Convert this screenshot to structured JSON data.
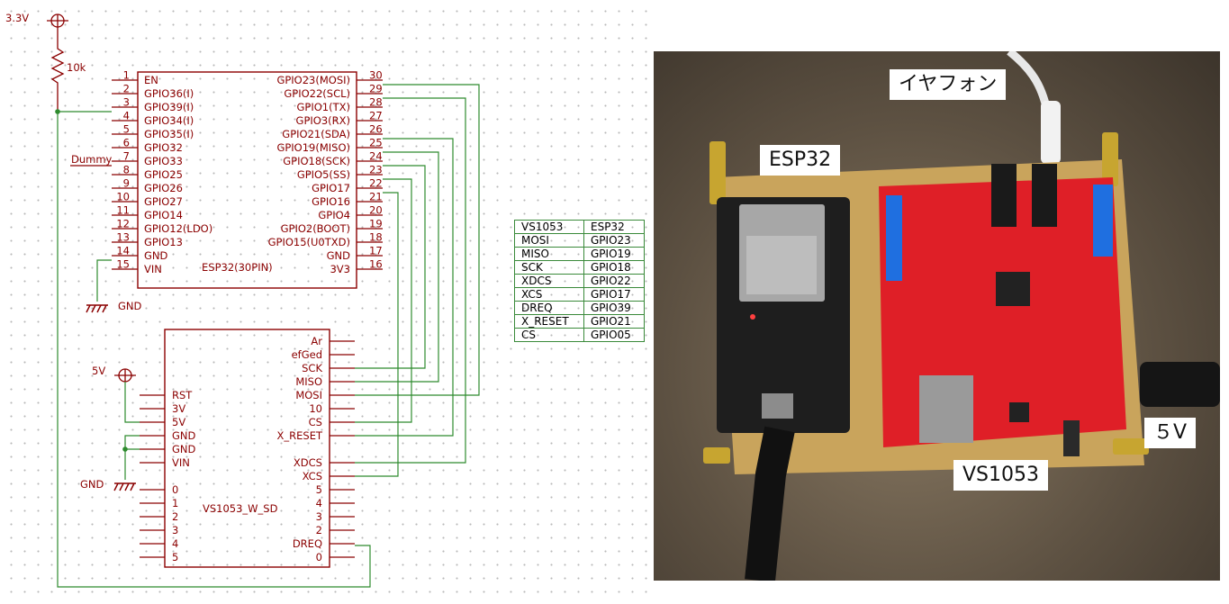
{
  "schematic": {
    "power_3v3": "3.3V",
    "resistor": "10k",
    "power_5v": "5V",
    "gnd_labels": [
      "GND",
      "GND"
    ],
    "dummy": "Dummy",
    "esp32": {
      "name": "ESP32(30PIN)",
      "left_pins": [
        {
          "num": "1",
          "name": "EN"
        },
        {
          "num": "2",
          "name": "GPIO36(I)"
        },
        {
          "num": "3",
          "name": "GPIO39(I)"
        },
        {
          "num": "4",
          "name": "GPIO34(I)"
        },
        {
          "num": "5",
          "name": "GPIO35(I)"
        },
        {
          "num": "6",
          "name": "GPIO32"
        },
        {
          "num": "7",
          "name": "GPIO33"
        },
        {
          "num": "8",
          "name": "GPIO25"
        },
        {
          "num": "9",
          "name": "GPIO26"
        },
        {
          "num": "10",
          "name": "GPIO27"
        },
        {
          "num": "11",
          "name": "GPIO14"
        },
        {
          "num": "12",
          "name": "GPIO12(LDO)"
        },
        {
          "num": "13",
          "name": "GPIO13"
        },
        {
          "num": "14",
          "name": "GND"
        },
        {
          "num": "15",
          "name": "VIN"
        }
      ],
      "right_pins": [
        {
          "num": "30",
          "name": "GPIO23(MOSI)"
        },
        {
          "num": "29",
          "name": "GPIO22(SCL)"
        },
        {
          "num": "28",
          "name": "GPIO1(TX)"
        },
        {
          "num": "27",
          "name": "GPIO3(RX)"
        },
        {
          "num": "26",
          "name": "GPIO21(SDA)"
        },
        {
          "num": "25",
          "name": "GPIO19(MISO)"
        },
        {
          "num": "24",
          "name": "GPIO18(SCK)"
        },
        {
          "num": "23",
          "name": "GPIO5(SS)"
        },
        {
          "num": "22",
          "name": "GPIO17"
        },
        {
          "num": "21",
          "name": "GPIO16"
        },
        {
          "num": "20",
          "name": "GPIO4"
        },
        {
          "num": "19",
          "name": "GPIO2(BOOT)"
        },
        {
          "num": "18",
          "name": "GPIO15(U0TXD)"
        },
        {
          "num": "17",
          "name": "GND"
        },
        {
          "num": "16",
          "name": "3V3"
        }
      ]
    },
    "vs1053": {
      "name": "VS1053_W_SD",
      "left_pins": [
        "RST",
        "3V",
        "5V",
        "GND",
        "GND",
        "VIN",
        "",
        "0",
        "1",
        "2",
        "3",
        "4",
        "5"
      ],
      "right_pins": [
        "Ar",
        "efGed",
        "SCK",
        "MISO",
        "MOSI",
        "10",
        "CS",
        "X_RESET",
        "",
        "XDCS",
        "XCS",
        "5",
        "4",
        "3",
        "2",
        "DREQ",
        "0"
      ]
    },
    "table": [
      [
        "VS1053",
        "ESP32"
      ],
      [
        "MOSI",
        "GPIO23"
      ],
      [
        "MISO",
        "GPIO19"
      ],
      [
        "SCK",
        "GPIO18"
      ],
      [
        "XDCS",
        "GPIO22"
      ],
      [
        "XCS",
        "GPIO17"
      ],
      [
        "DREQ",
        "GPIO39"
      ],
      [
        "X_RESET",
        "GPIO21"
      ],
      [
        "CS",
        "GPIO05"
      ]
    ]
  },
  "photo": {
    "label_earphone": "イヤフォン",
    "label_esp32": "ESP32",
    "label_vs1053": "VS1053",
    "label_5v": "５V"
  },
  "colors": {
    "line": "#6b0000",
    "wire": "#2e8b2e",
    "pcb": "#c8a15a",
    "shield": "#e0202a",
    "esp": "#1c1c1c"
  }
}
